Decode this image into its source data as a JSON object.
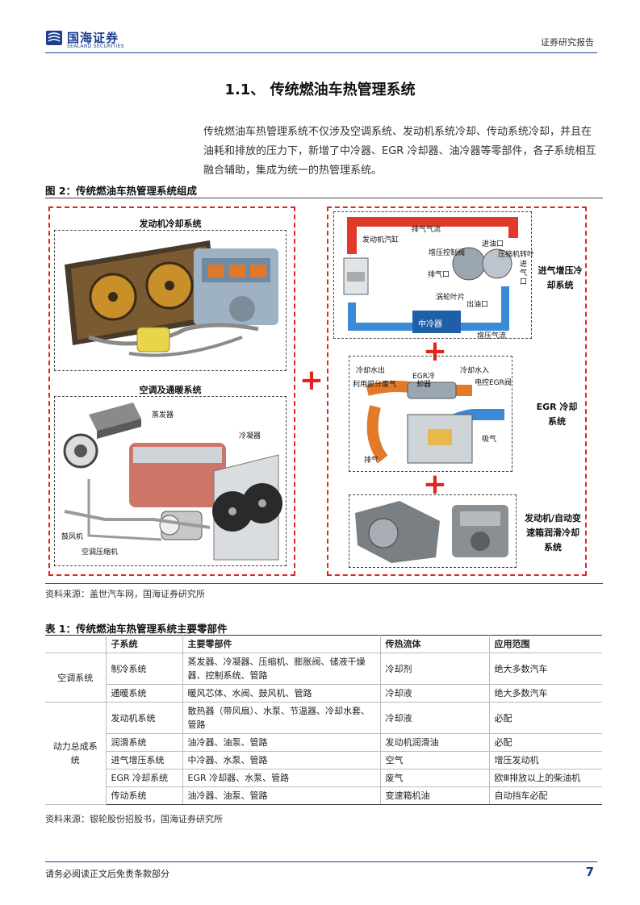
{
  "header": {
    "brand_cn": "国海证券",
    "brand_en": "SEALAND SECURITIES",
    "report_type": "证券研究报告"
  },
  "section": {
    "title": "1.1、 传统燃油车热管理系统",
    "paragraph": "传统燃油车热管理系统不仅涉及空调系统、发动机系统冷却、传动系统冷却，并且在油耗和排放的压力下，新增了中冷器、EGR 冷却器、油冷器等零部件，各子系统相互融合辅助，集成为统一的热管理系统。"
  },
  "figure": {
    "caption": "图 2：传统燃油车热管理系统组成",
    "source": "资料来源：盖世汽车网，国海证券研究所",
    "left_panels": {
      "engine_cooling": "发动机冷却系统",
      "ac_heating": "空调及通暖系统",
      "evaporator": "蒸发器",
      "condenser": "冷凝器",
      "blower": "鼓风机",
      "compressor": "空调压缩机"
    },
    "right_panels": {
      "intake_label": "进气增压冷却系统",
      "egr_label": "EGR 冷却系统",
      "trans_label": "发动机/自动变速箱润滑冷却系统",
      "turbo": {
        "exhaust_flow": "排气气流",
        "cylinder": "发动机汽缸",
        "wastegate": "增压控制阀",
        "oil_in": "进油口",
        "shaft": "压缩机转叶",
        "exhaust_port": "排气口",
        "turbine": "涡轮叶片",
        "oil_out": "出油口",
        "intake_port": "进气口",
        "intercooler": "中冷器",
        "boost_flow": "增压气流"
      },
      "egr": {
        "coolant_out": "冷却水出",
        "coolant_in": "冷却水入",
        "reuse": "利用部分废气",
        "cooler": "EGR冷却器",
        "valve": "电控EGR阀",
        "intake": "吸气",
        "exhaust": "排气"
      }
    }
  },
  "table": {
    "title": "表 1：传统燃油车热管理系统主要零部件",
    "headers": [
      "",
      "子系统",
      "主要零部件",
      "传热流体",
      "应用范围"
    ],
    "groups": {
      "ac": "空调系统",
      "power": "动力总成系统"
    },
    "rows": [
      {
        "sub": "制冷系统",
        "parts": "蒸发器、冷凝器、压缩机、膨胀阀、储液干燥器、控制系统、管路",
        "fluid": "冷却剂",
        "scope": "绝大多数汽车"
      },
      {
        "sub": "通暖系统",
        "parts": "暖风芯体、水阀、鼓风机、管路",
        "fluid": "冷却液",
        "scope": "绝大多数汽车"
      },
      {
        "sub": "发动机系统",
        "parts": "散热器（带风扇）、水泵、节温器、冷却水套、管路",
        "fluid": "冷却液",
        "scope": "必配"
      },
      {
        "sub": "润滑系统",
        "parts": "油冷器、油泵、管路",
        "fluid": "发动机润滑油",
        "scope": "必配"
      },
      {
        "sub": "进气增压系统",
        "parts": "中冷器、水泵、管路",
        "fluid": "空气",
        "scope": "增压发动机"
      },
      {
        "sub": "EGR 冷却系统",
        "parts": "EGR 冷却器、水泵、管路",
        "fluid": "废气",
        "scope": "欧Ⅲ排放以上的柴油机"
      },
      {
        "sub": "传动系统",
        "parts": "油冷器、油泵、管路",
        "fluid": "变速箱机油",
        "scope": "自动挡车必配"
      }
    ],
    "source": "资料来源：银轮股份招股书，国海证券研究所"
  },
  "footer": {
    "disclaimer": "请务必阅读正文后免责条款部分",
    "page": "7"
  },
  "colors": {
    "brand_blue": "#1b3f8f",
    "frame_red": "#e0261f"
  }
}
